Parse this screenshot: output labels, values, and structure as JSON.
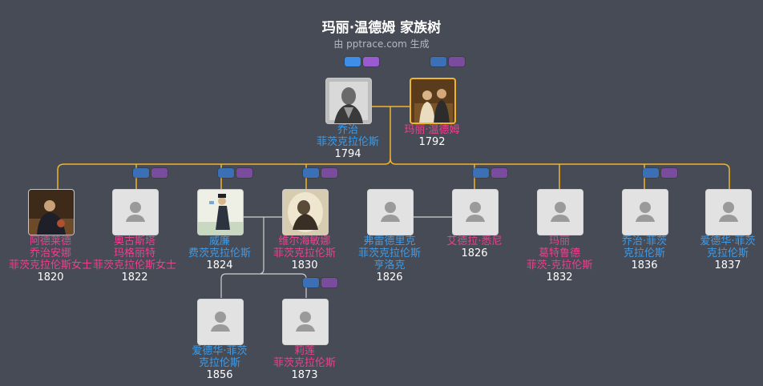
{
  "header": {
    "title": "玛丽·温德姆 家族树",
    "subtitle": "由 pptrace.com 生成"
  },
  "colors": {
    "background": "#474b55",
    "male": "#3d9be9",
    "female": "#e9428f",
    "spouse_line": "#f0b429",
    "child_line": "#cfcfcf"
  },
  "people": [
    {
      "id": "george",
      "gender": "male",
      "lines": [
        "乔治",
        "菲茨克拉伦斯"
      ],
      "year": "1794",
      "photo": "portrait-man"
    },
    {
      "id": "mary",
      "gender": "female",
      "lines": [
        "玛丽·温德姆"
      ],
      "year": "1792",
      "photo": "portrait-couple"
    },
    {
      "id": "adelaide",
      "gender": "female",
      "lines": [
        "阿德莱德",
        "乔治安娜",
        "菲茨克拉伦斯女士"
      ],
      "year": "1820",
      "photo": "portrait-lady"
    },
    {
      "id": "augusta",
      "gender": "female",
      "lines": [
        "奥古斯塔",
        "玛格丽特",
        "菲茨克拉伦斯女士"
      ],
      "year": "1822",
      "photo": "avatar"
    },
    {
      "id": "william",
      "gender": "male",
      "lines": [
        "威廉",
        "费茨克拉伦斯"
      ],
      "year": "1824",
      "photo": "portrait-caricature"
    },
    {
      "id": "wilhelmina",
      "gender": "female",
      "lines": [
        "维尔海敏娜",
        "菲茨克拉伦斯"
      ],
      "year": "1830",
      "photo": "portrait-sketch"
    },
    {
      "id": "frederick",
      "gender": "male",
      "lines": [
        "弗雷德里克",
        "菲茨克拉伦斯",
        "亨洛克"
      ],
      "year": "1826",
      "photo": "avatar"
    },
    {
      "id": "adela",
      "gender": "female",
      "lines": [
        "艾德拉·悉尼"
      ],
      "year": "1826",
      "photo": "avatar"
    },
    {
      "id": "mary2",
      "gender": "female",
      "lines": [
        "玛丽",
        "葛特鲁德",
        "菲茨-克拉伦斯"
      ],
      "year": "1832",
      "photo": "avatar"
    },
    {
      "id": "george2",
      "gender": "male",
      "lines": [
        "乔治·菲茨",
        "克拉伦斯"
      ],
      "year": "1836",
      "photo": "avatar"
    },
    {
      "id": "edward",
      "gender": "male",
      "lines": [
        "爱德华·菲茨",
        "克拉伦斯"
      ],
      "year": "1837",
      "photo": "avatar"
    },
    {
      "id": "edward2",
      "gender": "male",
      "lines": [
        "爱德华·菲茨",
        "克拉伦斯"
      ],
      "year": "1856",
      "photo": "avatar"
    },
    {
      "id": "lily",
      "gender": "female",
      "lines": [
        "莉莲",
        "菲茨克拉伦斯"
      ],
      "year": "1873",
      "photo": "avatar"
    }
  ]
}
